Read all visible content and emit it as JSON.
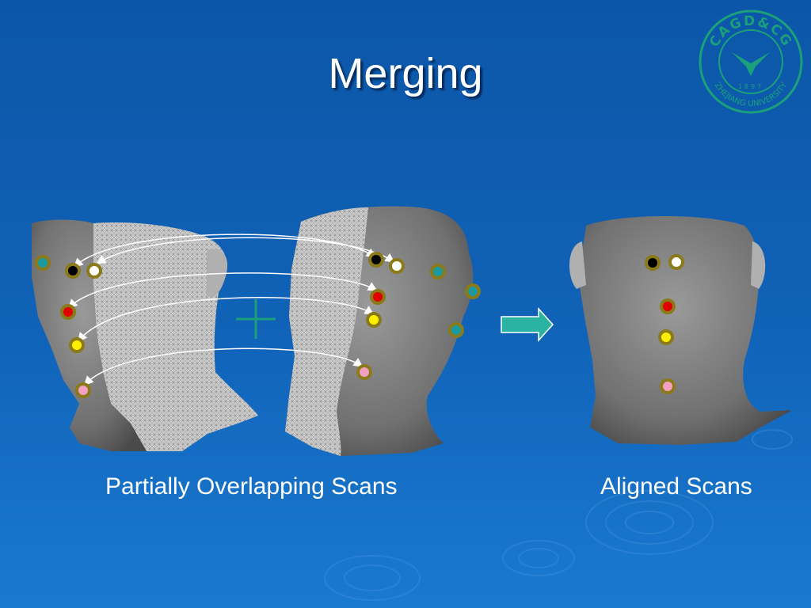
{
  "slide": {
    "title": "Merging",
    "caption_left": "Partially Overlapping Scans",
    "caption_right": "Aligned Scans"
  },
  "logo": {
    "text_top": "CAGD&CG",
    "text_bottom": "ZHEJIANG UNIVERSITY",
    "year": "1897",
    "color": "#1aa07a",
    "icon": "eagle-emblem-icon"
  },
  "colors": {
    "background": "#0c56a8",
    "head_fill": "#7a7a7a",
    "mesh_fill": "#c8c8c8",
    "plus": "#1aa07a",
    "arrow_fill": "#2ab3a0",
    "marker_ring": "#8a7a1a",
    "marker_teal": "#1a9aa0",
    "marker_black": "#000000",
    "marker_white": "#ffffff",
    "marker_red": "#e00000",
    "marker_yellow": "#ffee00",
    "marker_pink": "#f4a0c0"
  }
}
